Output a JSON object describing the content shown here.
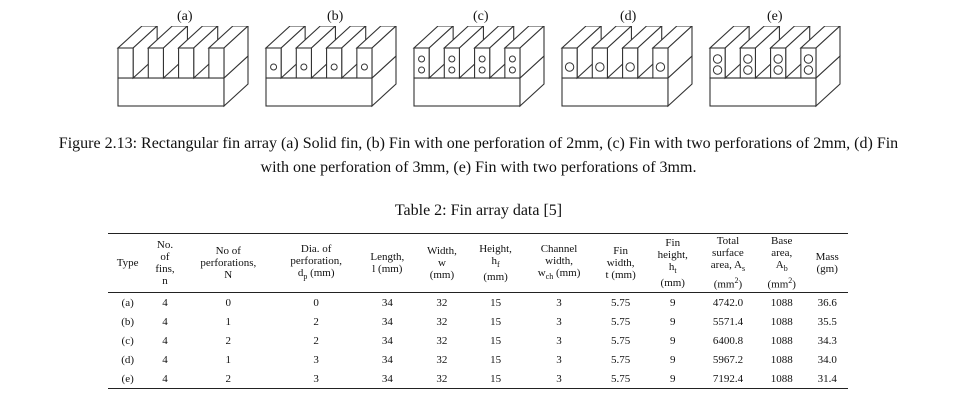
{
  "figure": {
    "panels": [
      {
        "label": "(a)",
        "perforations": 0,
        "hole": "none"
      },
      {
        "label": "(b)",
        "perforations": 1,
        "hole": "small"
      },
      {
        "label": "(c)",
        "perforations": 2,
        "hole": "small"
      },
      {
        "label": "(d)",
        "perforations": 1,
        "hole": "large"
      },
      {
        "label": "(e)",
        "perforations": 2,
        "hole": "large"
      }
    ],
    "caption_line1": "Figure 2.13: Rectangular fin array (a) Solid fin, (b) Fin with one perforation of 2mm, (c) Fin with two perforations of 2mm, (d) Fin",
    "caption_line2": "with one perforation of 3mm, (e) Fin with two perforations of 3mm."
  },
  "table": {
    "title": "Table 2: Fin array data [5]",
    "headers": {
      "type": "Type",
      "n_fins": [
        "No.",
        "of",
        "fins,",
        "n"
      ],
      "n_perf": [
        "No of",
        "perforations,",
        "N"
      ],
      "dia": [
        "Dia. of",
        "perforation,",
        "d",
        "p",
        " (mm)"
      ],
      "length": [
        "Length,",
        "l (mm)"
      ],
      "width": [
        "Width,",
        "w",
        "(mm)"
      ],
      "height": [
        "Height,",
        "h",
        "f",
        "(mm)"
      ],
      "channel": [
        "Channel",
        "width,",
        "w",
        "ch",
        " (mm)"
      ],
      "fin_width": [
        "Fin",
        "width,",
        "t (mm)"
      ],
      "fin_height": [
        "Fin",
        "height,",
        "h",
        "t",
        "(mm)"
      ],
      "total_area": [
        "Total",
        "surface",
        "area, A",
        "s",
        "(mm",
        "2",
        ")"
      ],
      "base_area": [
        "Base",
        "area,",
        "A",
        "b",
        "(mm",
        "2",
        ")"
      ],
      "mass": [
        "Mass",
        "(gm)"
      ]
    },
    "rows": [
      [
        "(a)",
        "4",
        "0",
        "0",
        "34",
        "32",
        "15",
        "3",
        "5.75",
        "9",
        "4742.0",
        "1088",
        "36.6"
      ],
      [
        "(b)",
        "4",
        "1",
        "2",
        "34",
        "32",
        "15",
        "3",
        "5.75",
        "9",
        "5571.4",
        "1088",
        "35.5"
      ],
      [
        "(c)",
        "4",
        "2",
        "2",
        "34",
        "32",
        "15",
        "3",
        "5.75",
        "9",
        "6400.8",
        "1088",
        "34.3"
      ],
      [
        "(d)",
        "4",
        "1",
        "3",
        "34",
        "32",
        "15",
        "3",
        "5.75",
        "9",
        "5967.2",
        "1088",
        "34.0"
      ],
      [
        "(e)",
        "4",
        "2",
        "3",
        "34",
        "32",
        "15",
        "3",
        "5.75",
        "9",
        "7192.4",
        "1088",
        "31.4"
      ]
    ]
  }
}
